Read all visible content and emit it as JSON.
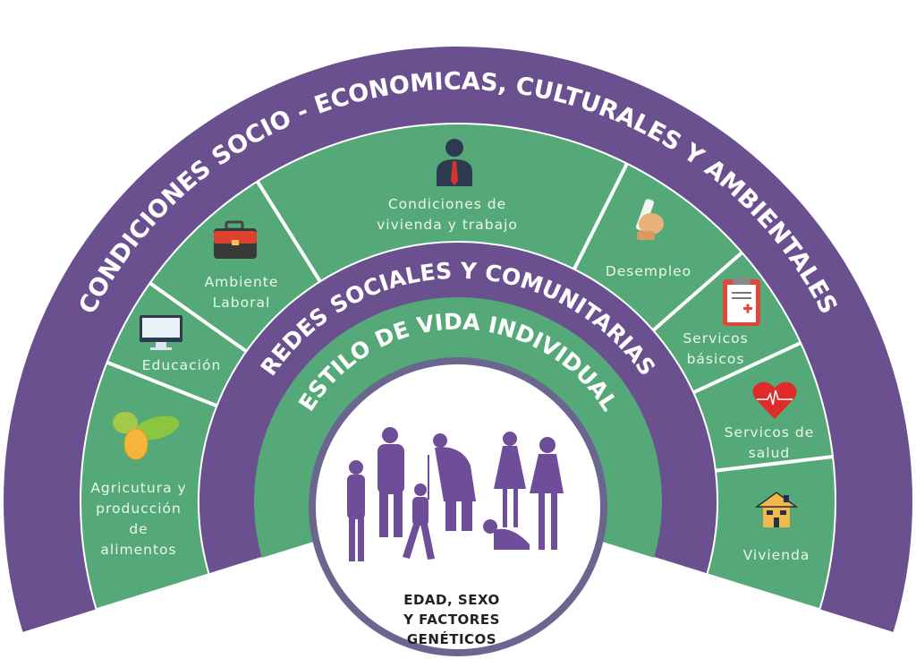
{
  "colors": {
    "purple": "#6b5090",
    "green": "#55a979",
    "core_border": "#6a668f",
    "figures": "#6e4e98"
  },
  "layers": {
    "outer_title": "CONDICIONES SOCIO - ECONOMICAS, CULTURALES Y AMBIENTALES",
    "social_title": "REDES SOCIALES Y COMUNITARIAS",
    "lifestyle_title": "ESTILO DE VIDA INDIVIDUAL"
  },
  "sectors": [
    {
      "icon": "pineapple-icon",
      "lines": [
        "Agricutura y",
        "producción",
        "de",
        "alimentos"
      ]
    },
    {
      "icon": "monitor-icon",
      "lines": [
        "Educación"
      ]
    },
    {
      "icon": "briefcase-icon",
      "lines": [
        "Ambiente",
        "Laboral"
      ]
    },
    {
      "icon": "worker-icon",
      "lines": [
        "Condiciones de",
        "vivienda y trabajo"
      ]
    },
    {
      "icon": "handshake-diploma-icon",
      "lines": [
        "Desempleo"
      ]
    },
    {
      "icon": "clipboard-medical-icon",
      "lines": [
        "Servicos",
        "básicos"
      ]
    },
    {
      "icon": "heart-pulse-icon",
      "lines": [
        "Servicos de",
        "salud"
      ]
    },
    {
      "icon": "house-icon",
      "lines": [
        "Vivienda"
      ]
    }
  ],
  "core": {
    "lines": [
      "EDAD, SEXO",
      "Y FACTORES",
      "GENÉTICOS"
    ]
  }
}
